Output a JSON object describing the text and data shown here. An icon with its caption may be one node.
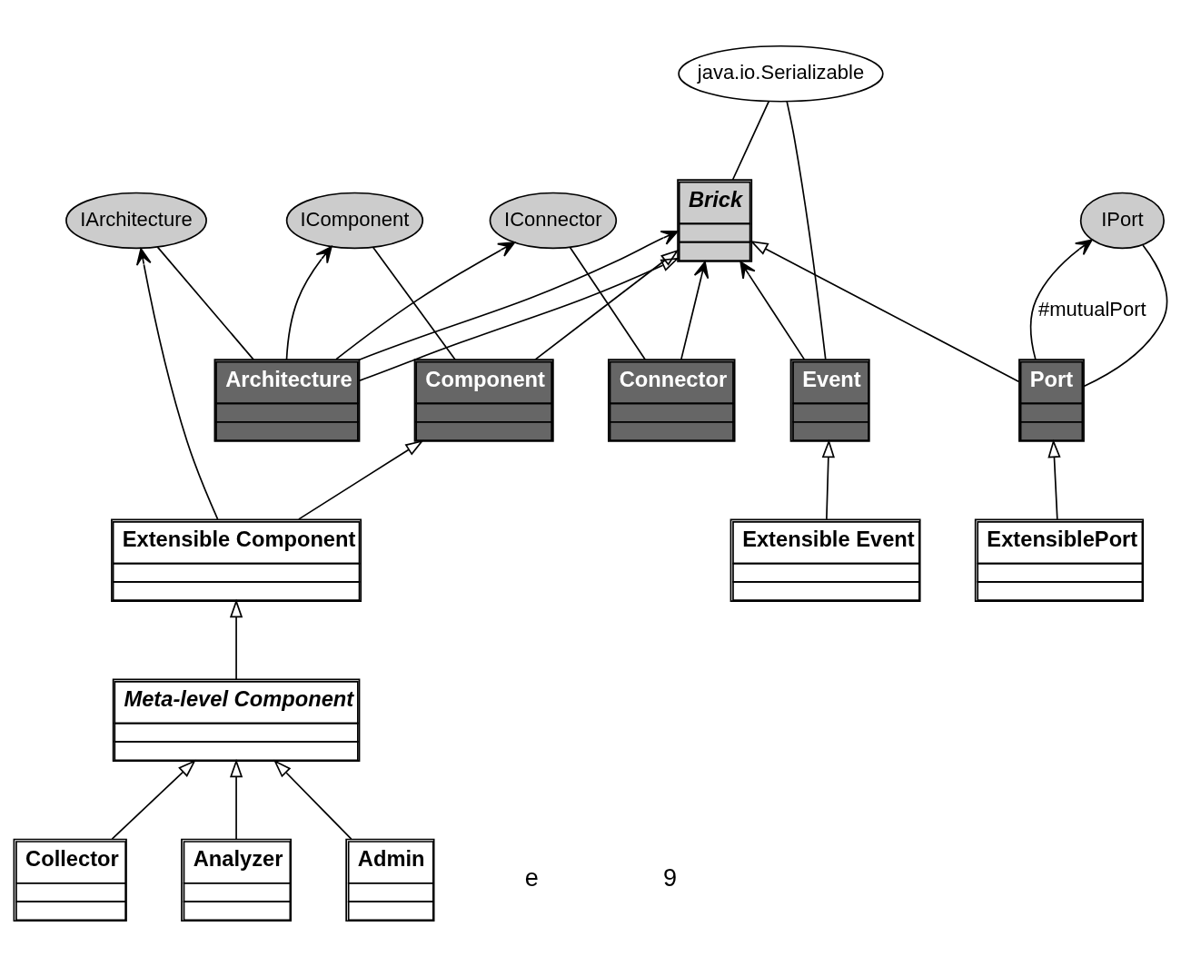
{
  "diagram": {
    "nodes": [
      {
        "text": [
          "Brick"
        ]
      },
      {
        "text": [
          "Event"
        ]
      },
      {
        "text": [
          "Extensible Event"
        ]
      },
      {
        "text": [
          "java.io.Serializable"
        ]
      },
      {
        "text": [
          "Architecture"
        ]
      },
      {
        "text": [
          "IArchitecture"
        ]
      },
      {
        "text": [
          "IComponent"
        ]
      },
      {
        "text": [
          "IConnector"
        ]
      },
      {
        "text": [
          "Component"
        ]
      },
      {
        "text": [
          "Connector"
        ]
      },
      {
        "text": [
          "IPort"
        ]
      },
      {
        "text": [
          "Port"
        ]
      },
      {
        "text": [
          "ExtensiblePort"
        ]
      },
      {
        "text": [
          "Extensible Component"
        ]
      },
      {
        "text": [
          "Meta-level Component"
        ]
      },
      {
        "text": [
          "Collector"
        ]
      },
      {
        "text": [
          "Analyzer"
        ]
      },
      {
        "text": [
          "Admin"
        ]
      }
    ],
    "edges": [
      {
        "from": 4,
        "to": 0,
        "arrow": "to"
      },
      {
        "from": 4,
        "to": 0,
        "arrow": "to"
      },
      {
        "from": 8,
        "to": 0,
        "arrow": "to"
      },
      {
        "from": 9,
        "to": 0,
        "arrow": "to"
      },
      {
        "from": 11,
        "to": 0,
        "arrow": "to"
      },
      {
        "from": 1,
        "to": 0,
        "arrow": "to"
      },
      {
        "from": 0,
        "to": 3,
        "arrow": "none"
      },
      {
        "from": 1,
        "to": 3,
        "arrow": "none"
      },
      {
        "from": 2,
        "to": 1,
        "arrow": "to"
      },
      {
        "from": 4,
        "to": 5,
        "arrow": "none"
      },
      {
        "from": 13,
        "to": 5,
        "arrow": "to"
      },
      {
        "from": 4,
        "to": 6,
        "arrow": "to"
      },
      {
        "from": 4,
        "to": 7,
        "arrow": "to"
      },
      {
        "from": 8,
        "to": 6,
        "arrow": "none"
      },
      {
        "from": 9,
        "to": 7,
        "arrow": "none"
      },
      {
        "from": 11,
        "to": 10,
        "arrow": "none"
      },
      {
        "from": 11,
        "to": 10,
        "label": "#mutualPort",
        "arrow": "to"
      },
      {
        "from": 12,
        "to": 11,
        "arrow": "to"
      },
      {
        "from": 13,
        "to": 8,
        "arrow": "to"
      },
      {
        "from": 14,
        "to": 13,
        "arrow": "to"
      },
      {
        "from": 15,
        "to": 14,
        "arrow": "to"
      },
      {
        "from": 16,
        "to": 14,
        "arrow": "to"
      },
      {
        "from": 17,
        "to": 14,
        "arrow": "to"
      }
    ],
    "labels": [
      "e",
      "9"
    ]
  }
}
